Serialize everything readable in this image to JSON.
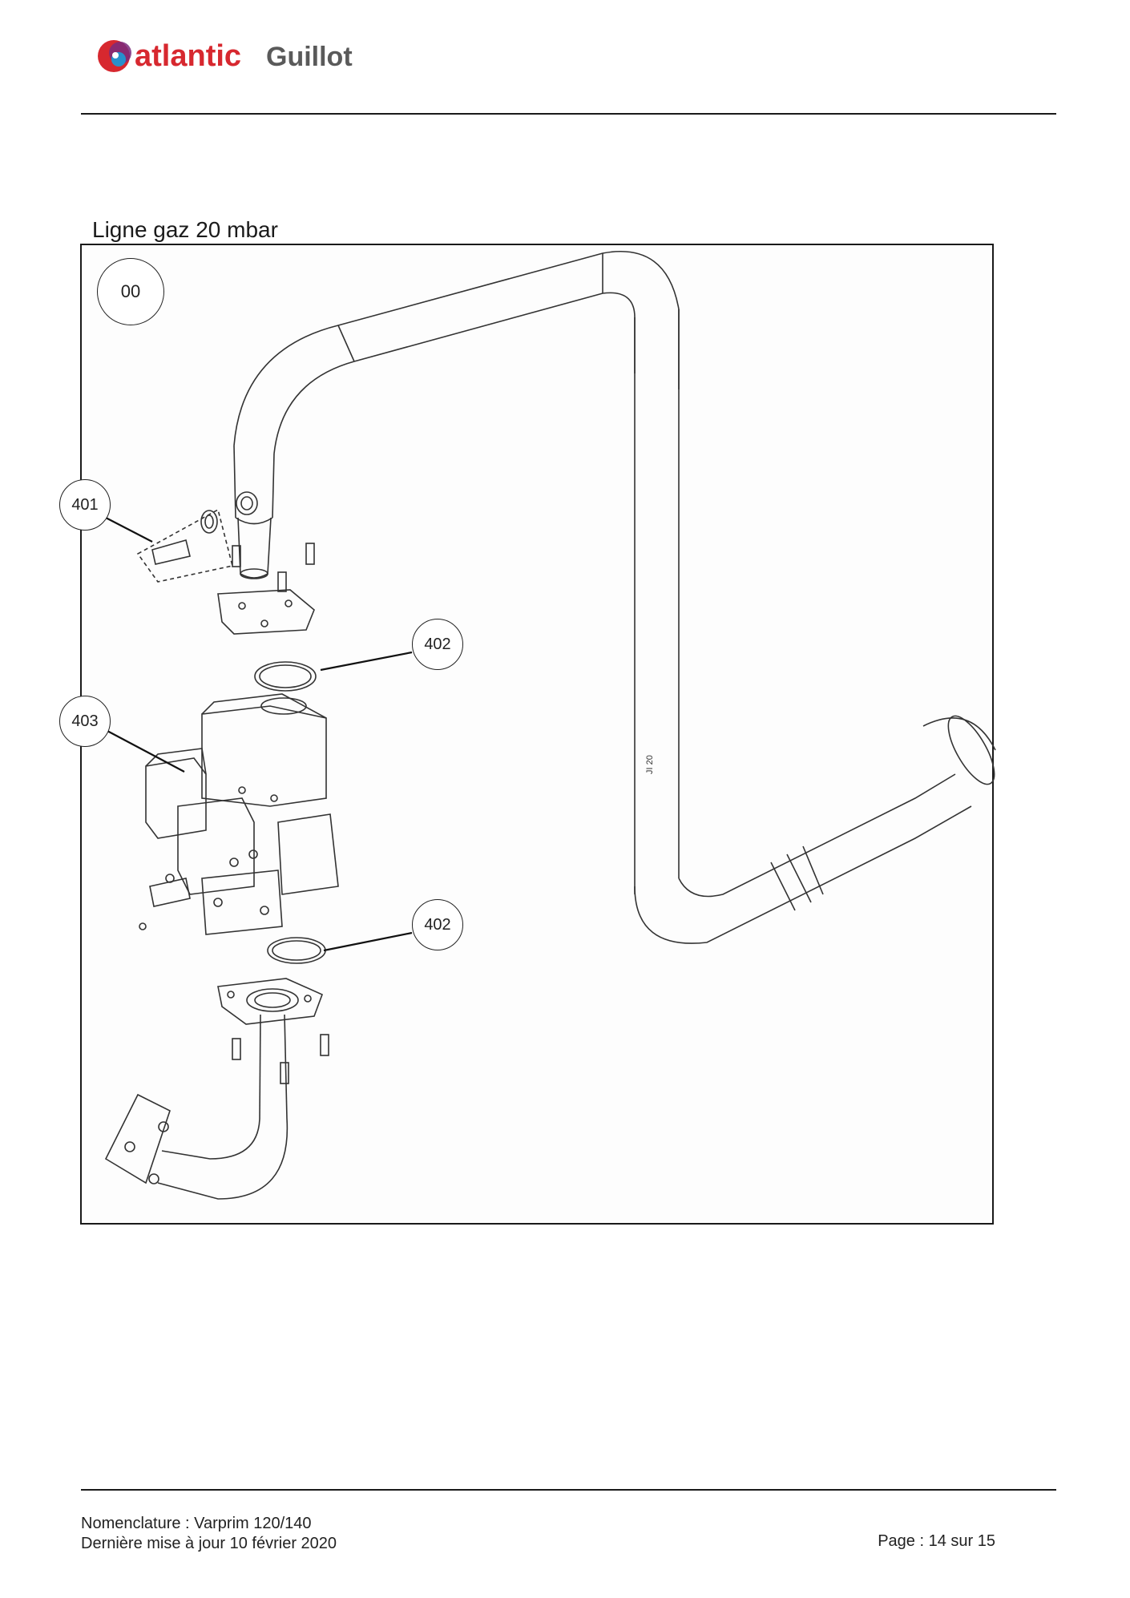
{
  "header": {
    "logo_text_1": "atlantic",
    "logo_text_2": "Guillot",
    "brand_color_primary": "#d7282f",
    "brand_color_secondary": "#5a5a5a",
    "logo_icon": "atlantic-swirl-icon"
  },
  "section": {
    "title": "Ligne gaz 20 mbar"
  },
  "figure": {
    "view_label": "00",
    "pipe_marking": "JI 20",
    "callouts": [
      {
        "id": "401"
      },
      {
        "id": "402"
      },
      {
        "id": "403"
      },
      {
        "id": "402"
      }
    ]
  },
  "footer": {
    "line1": "Nomenclature : Varprim 120/140",
    "line2": "Dernière mise à jour 10 février 2020",
    "page": "Page : 14 sur 15"
  }
}
